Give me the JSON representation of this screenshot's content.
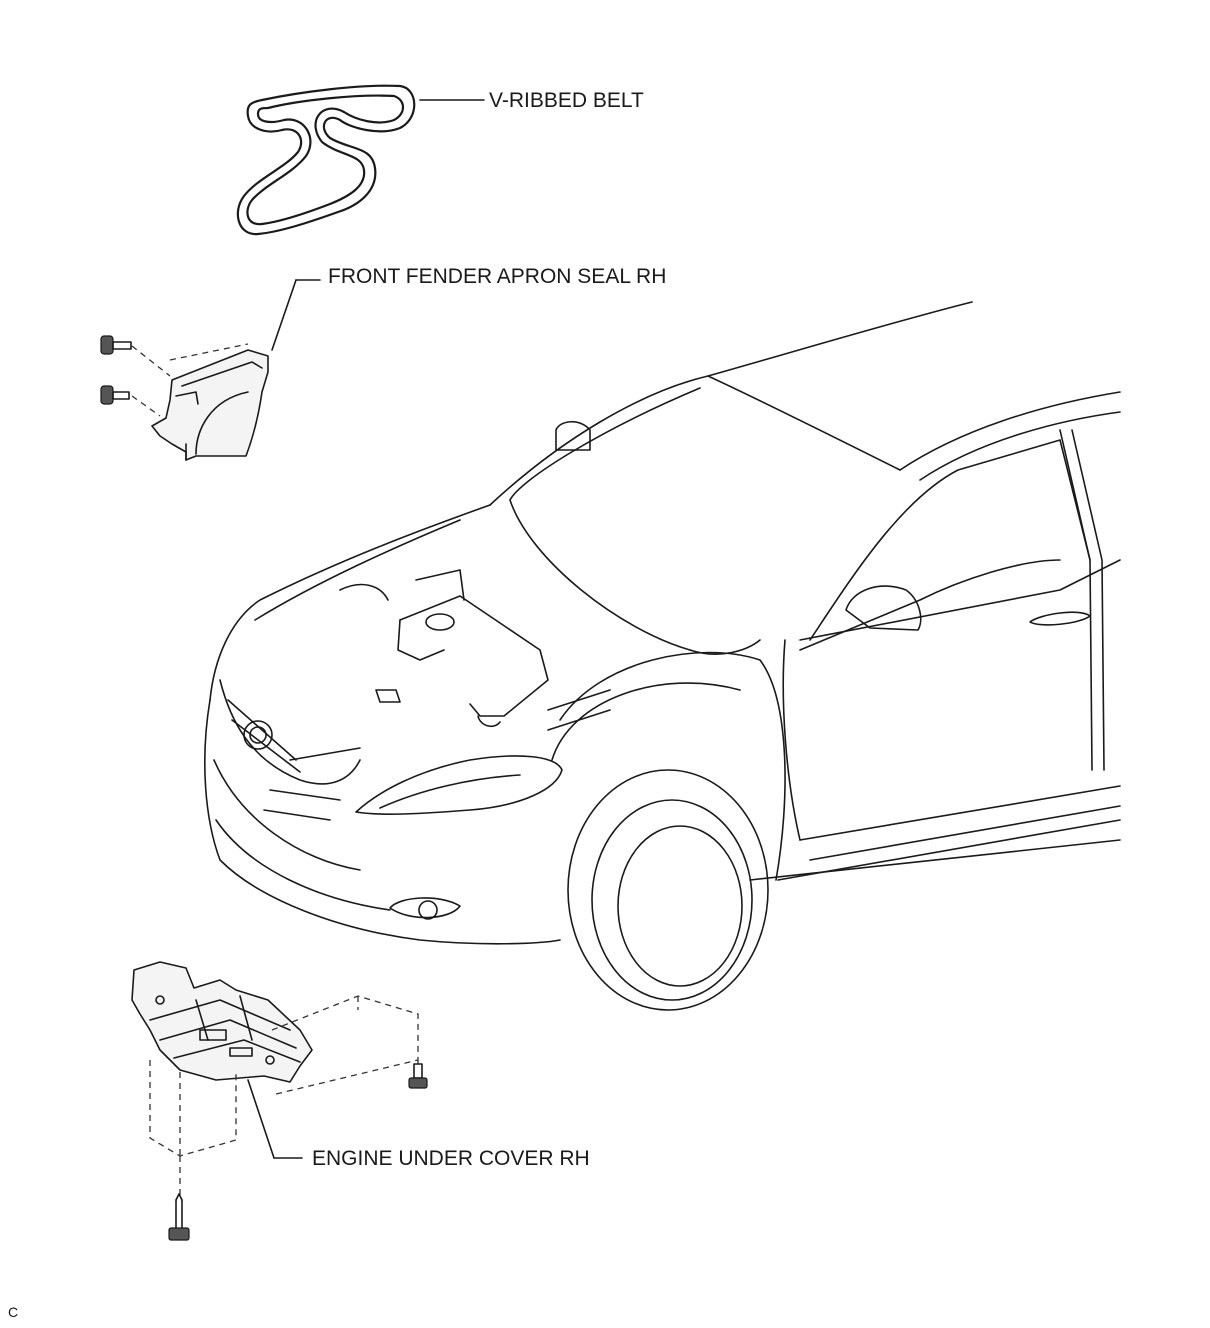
{
  "labels": {
    "v_ribbed_belt": "V-RIBBED BELT",
    "front_fender_apron_seal": "FRONT FENDER APRON SEAL RH",
    "engine_under_cover": "ENGINE UNDER COVER RH",
    "corner_code": "C"
  },
  "colors": {
    "line": "#1a1a1a",
    "background": "#ffffff"
  }
}
